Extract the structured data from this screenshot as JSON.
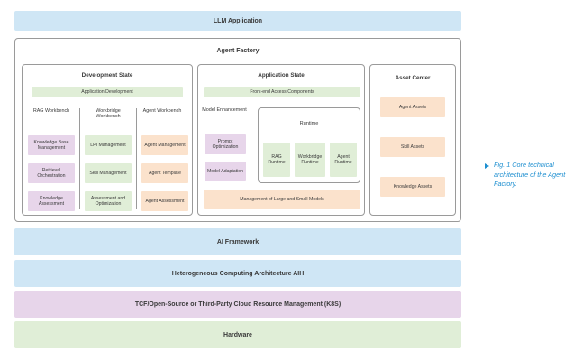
{
  "llm_application": "LLM Application",
  "agent_factory": {
    "title": "Agent Factory",
    "development_state": {
      "title": "Development State",
      "app_dev": "Application Development",
      "rag": {
        "header": "RAG Workbench",
        "items": [
          "Knowledge Base Management",
          "Retrieval Orchestration",
          "Knowledge Assessment"
        ]
      },
      "workbridge": {
        "header": "Workbridge Workbench",
        "items": [
          "LPI Management",
          "Skill Management",
          "Assessment and Optimization"
        ]
      },
      "agent": {
        "header": "Agent Workbench",
        "items": [
          "Agent Management",
          "Agent Template",
          "Agent Assessment"
        ]
      }
    },
    "application_state": {
      "title": "Application State",
      "frontend": "Front-end Access Components",
      "model_enhancement": {
        "header": "Model Enhancement",
        "items": [
          "Prompt Optimization",
          "Model Adaptation"
        ]
      },
      "runtime": {
        "title": "Runtime",
        "items": [
          "RAG Runtime",
          "Workbridge Runtime",
          "Agent Runtime"
        ]
      },
      "management": "Management of Large and Small Models"
    },
    "asset_center": {
      "title": "Asset Center",
      "items": [
        "Agent Assets",
        "Skill Assets",
        "Knowledge Assets"
      ]
    }
  },
  "ai_framework": "AI Framework",
  "heterogeneous": "Heterogeneous Computing Architecture AIH",
  "cloud": "TCF/Open-Source or Third-Party Cloud Resource Management (K8S)",
  "hardware": "Hardware",
  "caption": "Fig. 1 Core technical architecture of the Agent Factory.",
  "colors": {
    "blue": "#cfe6f5",
    "purple": "#e7d5ea",
    "green": "#e0eed7",
    "orange": "#fbe2cc",
    "caption": "#1e8fd0"
  }
}
